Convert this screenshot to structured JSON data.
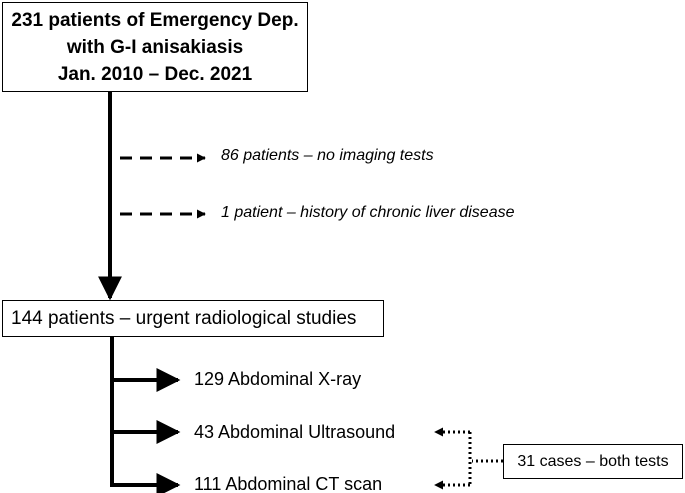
{
  "flowchart": {
    "top_box": {
      "lines": [
        "231 patients of Emergency Dep.",
        "with G-I anisakiasis",
        "Jan. 2010 – Dec. 2021"
      ]
    },
    "exclusions": [
      {
        "text": "86 patients – no imaging tests"
      },
      {
        "text": "1 patient – history of chronic liver disease"
      }
    ],
    "middle_box": {
      "text": "144 patients – urgent radiological studies"
    },
    "studies": [
      {
        "text": "129 Abdominal X-ray"
      },
      {
        "text": "43 Abdominal Ultrasound"
      },
      {
        "text": "111 Abdominal CT scan"
      }
    ],
    "side_box": {
      "text": "31 cases – both tests"
    }
  }
}
